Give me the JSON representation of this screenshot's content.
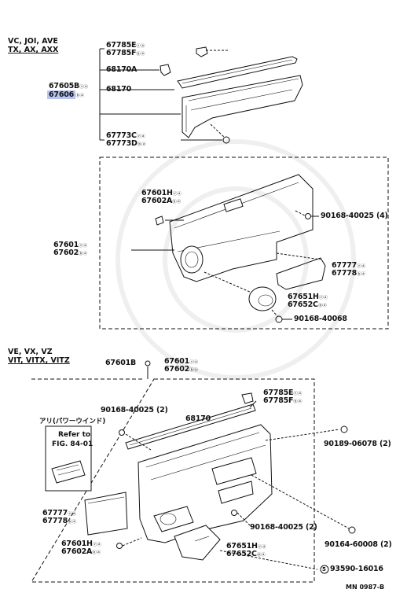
{
  "headers": {
    "group_a_line1": "VC, JOI, AVE",
    "group_a_line2": "TX, AX, AXX",
    "group_b_line1": "VE, VX, VZ",
    "group_b_line2": "VIT, VITX, VITZ"
  },
  "labels": {
    "p67785E_top": "67785E",
    "p67785F_top": "67785F",
    "p68170A": "68170A",
    "p67605B": "67605B",
    "p67606": "67606",
    "p68170_top": "68170",
    "p67773C": "67773C",
    "p67773D": "67773D",
    "p67601H_mid": "67601H",
    "p67602A_mid": "67602A",
    "p90168_40025_4": "90168-40025 (4)",
    "p67601_mid": "67601",
    "p67602_mid": "67602",
    "p67777_mid": "67777",
    "p67778_mid": "67778",
    "p67651H_mid": "67651H",
    "p67652C_mid": "67652C",
    "p90168_40068": "90168-40068",
    "p67601B": "67601B",
    "p67601_bot": "67601",
    "p67602_bot": "67602",
    "p67785E_bot": "67785E",
    "p67785F_bot": "67785F",
    "p90168_40025_2a": "90168-40025 (2)",
    "p68170_bot": "68170",
    "p90189_06078": "90189-06078 (2)",
    "p67777_bot": "67777",
    "p67778_bot": "67778",
    "p90168_40025_2b": "90168-40025 (2)",
    "p67601H_bot": "67601H",
    "p67602A_bot": "67602A",
    "p67651H_bot": "67651H",
    "p67652C_bot": "67652C",
    "p90164_60008": "90164-60008 (2)",
    "p93590_16016": "93590-16016",
    "circle_num": "5"
  },
  "suffix": {
    "s1": "ⓥⓐ",
    "s2": "ⓑⓐ"
  },
  "annotation": {
    "power_window": "アリ(パワーウインド)",
    "refer_line1": "Refer to",
    "refer_line2": "FIG. 84-01"
  },
  "footer": {
    "code": "MN 0987-B"
  }
}
